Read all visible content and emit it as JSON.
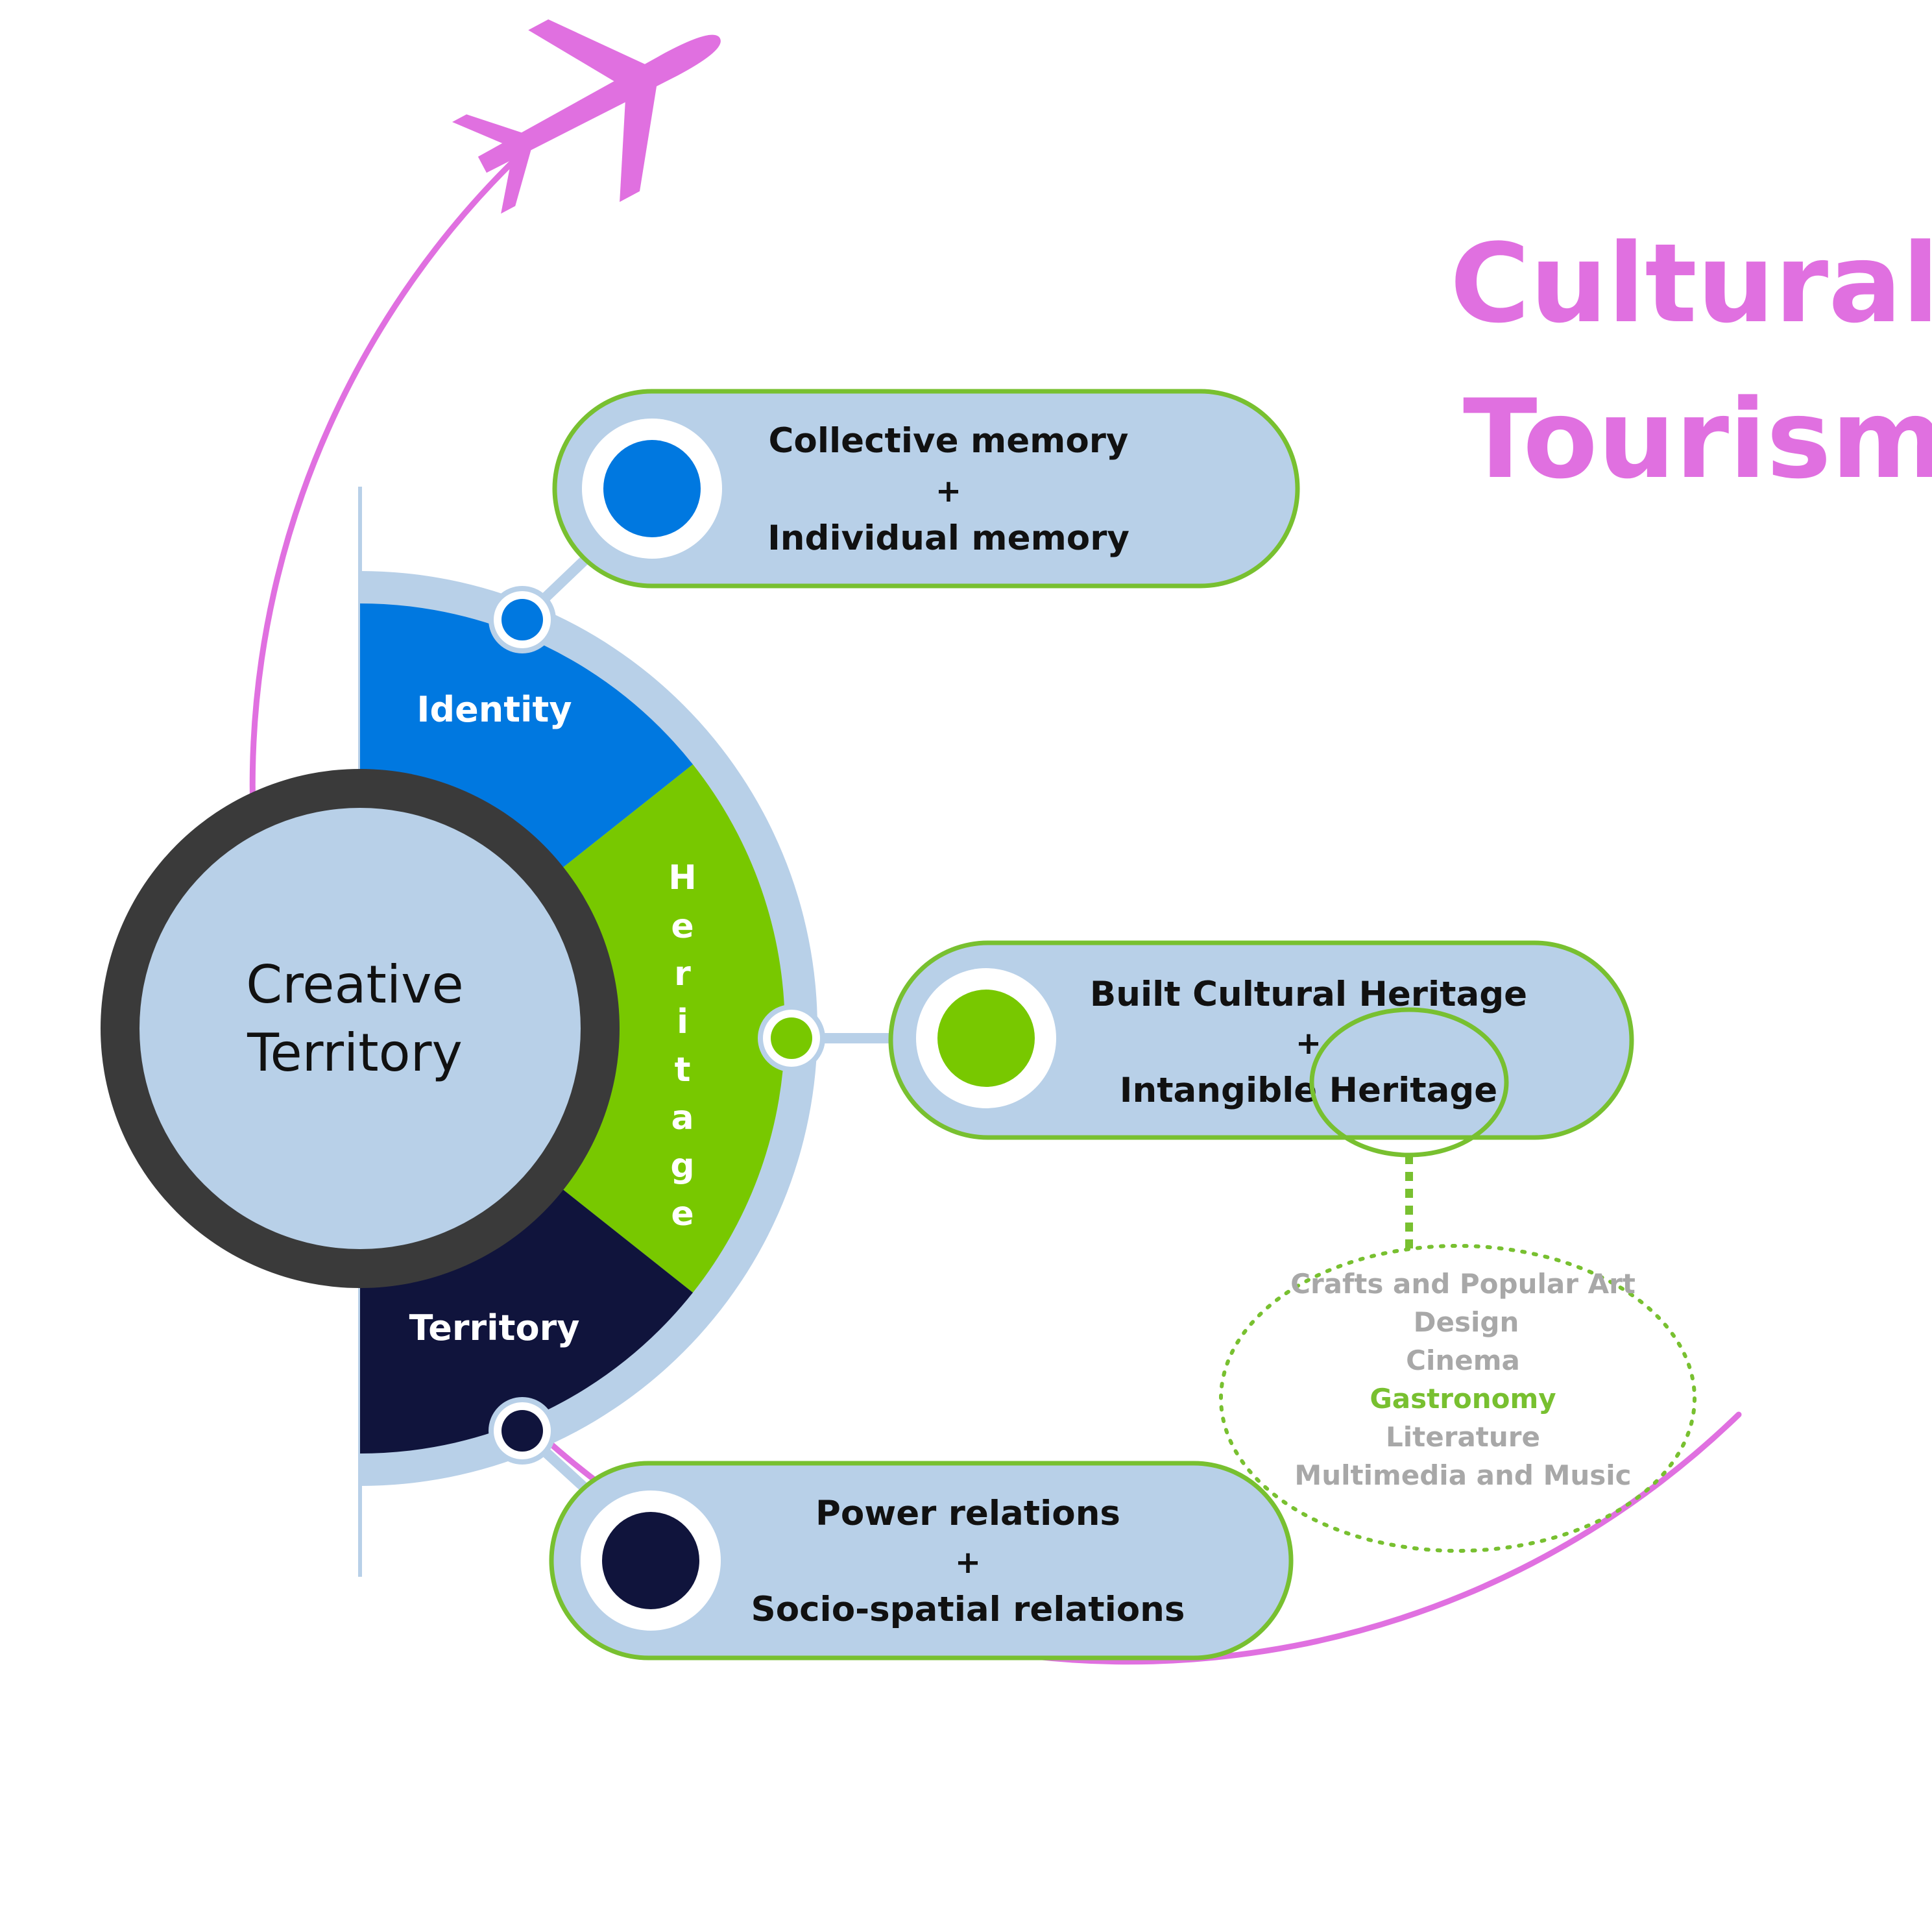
{
  "title": {
    "line1": "Cultural",
    "line2": "Tourism",
    "color": "#e070e0"
  },
  "center": {
    "line1": "Creative",
    "line2": "Territory"
  },
  "segments": {
    "identity": {
      "label": "Identity",
      "color": "#0078e0"
    },
    "heritage": {
      "letters": [
        "H",
        "e",
        "r",
        "i",
        "t",
        "a",
        "g",
        "e"
      ],
      "color": "#78c800"
    },
    "territory": {
      "label": "Territory",
      "color": "#10143c"
    }
  },
  "boxes": {
    "memory": {
      "line1": "Collective memory",
      "plus": "+",
      "line2": "Individual memory"
    },
    "heritage": {
      "line1": "Built Cultural Heritage",
      "plus": "+",
      "line2": "Intangible Heritage"
    },
    "relations": {
      "line1": "Power relations",
      "plus": "+",
      "line2": "Socio-spatial relations"
    }
  },
  "intangible_list": {
    "items": [
      "Crafts and Popular Art",
      "Design",
      "Cinema",
      "Gastronomy",
      "Literature",
      "Multimedia and Music"
    ],
    "highlighted": "Gastronomy",
    "normal_color": "#a8a8a8",
    "highlight_color": "#78c030"
  },
  "colors": {
    "box_fill": "#b8d0e8",
    "box_stroke": "#78c030",
    "ring": "#3a3a3a",
    "orbit": "#e070e0"
  },
  "icons": {
    "plane": "airplane-icon"
  }
}
